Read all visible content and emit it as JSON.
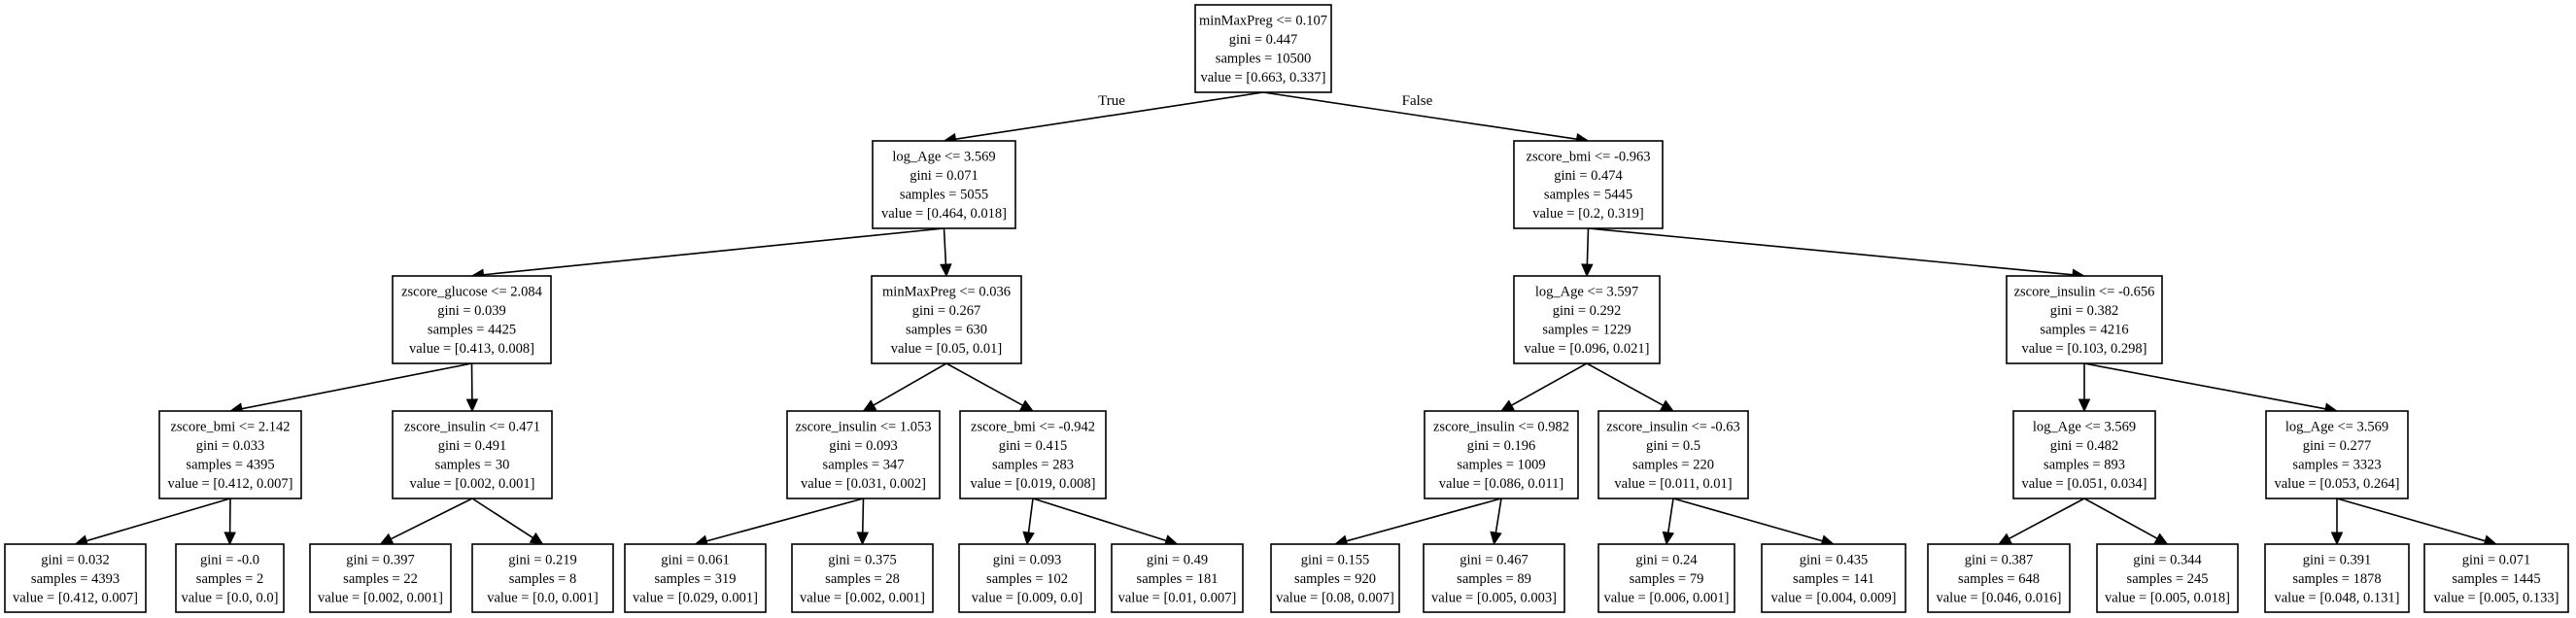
{
  "tree": {
    "nodes": [
      {
        "id": "n0",
        "lines": [
          "minMaxPreg <= 0.107",
          "gini = 0.447",
          "samples = 10500",
          "value = [0.663, 0.337]"
        ]
      },
      {
        "id": "n1",
        "lines": [
          "log_Age <= 3.569",
          "gini = 0.071",
          "samples = 5055",
          "value = [0.464, 0.018]"
        ]
      },
      {
        "id": "n2",
        "lines": [
          "zscore_bmi <= -0.963",
          "gini = 0.474",
          "samples = 5445",
          "value = [0.2, 0.319]"
        ]
      },
      {
        "id": "n3",
        "lines": [
          "zscore_glucose <= 2.084",
          "gini = 0.039",
          "samples = 4425",
          "value = [0.413, 0.008]"
        ]
      },
      {
        "id": "n4",
        "lines": [
          "minMaxPreg <= 0.036",
          "gini = 0.267",
          "samples = 630",
          "value = [0.05, 0.01]"
        ]
      },
      {
        "id": "n5",
        "lines": [
          "log_Age <= 3.597",
          "gini = 0.292",
          "samples = 1229",
          "value = [0.096, 0.021]"
        ]
      },
      {
        "id": "n6",
        "lines": [
          "zscore_insulin <= -0.656",
          "gini = 0.382",
          "samples = 4216",
          "value = [0.103, 0.298]"
        ]
      },
      {
        "id": "n7",
        "lines": [
          "zscore_bmi <= 2.142",
          "gini = 0.033",
          "samples = 4395",
          "value = [0.412, 0.007]"
        ]
      },
      {
        "id": "n8",
        "lines": [
          "zscore_insulin <= 0.471",
          "gini = 0.491",
          "samples = 30",
          "value = [0.002, 0.001]"
        ]
      },
      {
        "id": "n9",
        "lines": [
          "zscore_insulin <= 1.053",
          "gini = 0.093",
          "samples = 347",
          "value = [0.031, 0.002]"
        ]
      },
      {
        "id": "n10",
        "lines": [
          "zscore_bmi <= -0.942",
          "gini = 0.415",
          "samples = 283",
          "value = [0.019, 0.008]"
        ]
      },
      {
        "id": "n11",
        "lines": [
          "zscore_insulin <= 0.982",
          "gini = 0.196",
          "samples = 1009",
          "value = [0.086, 0.011]"
        ]
      },
      {
        "id": "n12",
        "lines": [
          "zscore_insulin <= -0.63",
          "gini = 0.5",
          "samples = 220",
          "value = [0.011, 0.01]"
        ]
      },
      {
        "id": "n13",
        "lines": [
          "log_Age <= 3.569",
          "gini = 0.482",
          "samples = 893",
          "value = [0.051, 0.034]"
        ]
      },
      {
        "id": "n14",
        "lines": [
          "log_Age <= 3.569",
          "gini = 0.277",
          "samples = 3323",
          "value = [0.053, 0.264]"
        ]
      },
      {
        "id": "n15",
        "lines": [
          "gini = 0.032",
          "samples = 4393",
          "value = [0.412, 0.007]"
        ]
      },
      {
        "id": "n16",
        "lines": [
          "gini = -0.0",
          "samples = 2",
          "value = [0.0, 0.0]"
        ]
      },
      {
        "id": "n17",
        "lines": [
          "gini = 0.397",
          "samples = 22",
          "value = [0.002, 0.001]"
        ]
      },
      {
        "id": "n18",
        "lines": [
          "gini = 0.219",
          "samples = 8",
          "value = [0.0, 0.001]"
        ]
      },
      {
        "id": "n19",
        "lines": [
          "gini = 0.061",
          "samples = 319",
          "value = [0.029, 0.001]"
        ]
      },
      {
        "id": "n20",
        "lines": [
          "gini = 0.375",
          "samples = 28",
          "value = [0.002, 0.001]"
        ]
      },
      {
        "id": "n21",
        "lines": [
          "gini = 0.093",
          "samples = 102",
          "value = [0.009, 0.0]"
        ]
      },
      {
        "id": "n22",
        "lines": [
          "gini = 0.49",
          "samples = 181",
          "value = [0.01, 0.007]"
        ]
      },
      {
        "id": "n23",
        "lines": [
          "gini = 0.155",
          "samples = 920",
          "value = [0.08, 0.007]"
        ]
      },
      {
        "id": "n24",
        "lines": [
          "gini = 0.467",
          "samples = 89",
          "value = [0.005, 0.003]"
        ]
      },
      {
        "id": "n25",
        "lines": [
          "gini = 0.24",
          "samples = 79",
          "value = [0.006, 0.001]"
        ]
      },
      {
        "id": "n26",
        "lines": [
          "gini = 0.435",
          "samples = 141",
          "value = [0.004, 0.009]"
        ]
      },
      {
        "id": "n27",
        "lines": [
          "gini = 0.387",
          "samples = 648",
          "value = [0.046, 0.016]"
        ]
      },
      {
        "id": "n28",
        "lines": [
          "gini = 0.344",
          "samples = 245",
          "value = [0.005, 0.018]"
        ]
      },
      {
        "id": "n29",
        "lines": [
          "gini = 0.391",
          "samples = 1878",
          "value = [0.048, 0.131]"
        ]
      },
      {
        "id": "n30",
        "lines": [
          "gini = 0.071",
          "samples = 1445",
          "value = [0.005, 0.133]"
        ]
      }
    ],
    "edges": [
      {
        "from": "n0",
        "to": "n1",
        "label": "True"
      },
      {
        "from": "n0",
        "to": "n2",
        "label": "False"
      },
      {
        "from": "n1",
        "to": "n3",
        "label": ""
      },
      {
        "from": "n1",
        "to": "n4",
        "label": ""
      },
      {
        "from": "n2",
        "to": "n5",
        "label": ""
      },
      {
        "from": "n2",
        "to": "n6",
        "label": ""
      },
      {
        "from": "n3",
        "to": "n7",
        "label": ""
      },
      {
        "from": "n3",
        "to": "n8",
        "label": ""
      },
      {
        "from": "n4",
        "to": "n9",
        "label": ""
      },
      {
        "from": "n4",
        "to": "n10",
        "label": ""
      },
      {
        "from": "n5",
        "to": "n11",
        "label": ""
      },
      {
        "from": "n5",
        "to": "n12",
        "label": ""
      },
      {
        "from": "n6",
        "to": "n13",
        "label": ""
      },
      {
        "from": "n6",
        "to": "n14",
        "label": ""
      },
      {
        "from": "n7",
        "to": "n15",
        "label": ""
      },
      {
        "from": "n7",
        "to": "n16",
        "label": ""
      },
      {
        "from": "n8",
        "to": "n17",
        "label": ""
      },
      {
        "from": "n8",
        "to": "n18",
        "label": ""
      },
      {
        "from": "n9",
        "to": "n19",
        "label": ""
      },
      {
        "from": "n9",
        "to": "n20",
        "label": ""
      },
      {
        "from": "n10",
        "to": "n21",
        "label": ""
      },
      {
        "from": "n10",
        "to": "n22",
        "label": ""
      },
      {
        "from": "n11",
        "to": "n23",
        "label": ""
      },
      {
        "from": "n11",
        "to": "n24",
        "label": ""
      },
      {
        "from": "n12",
        "to": "n25",
        "label": ""
      },
      {
        "from": "n12",
        "to": "n26",
        "label": ""
      },
      {
        "from": "n13",
        "to": "n27",
        "label": ""
      },
      {
        "from": "n13",
        "to": "n28",
        "label": ""
      },
      {
        "from": "n14",
        "to": "n29",
        "label": ""
      },
      {
        "from": "n14",
        "to": "n30",
        "label": ""
      }
    ]
  }
}
